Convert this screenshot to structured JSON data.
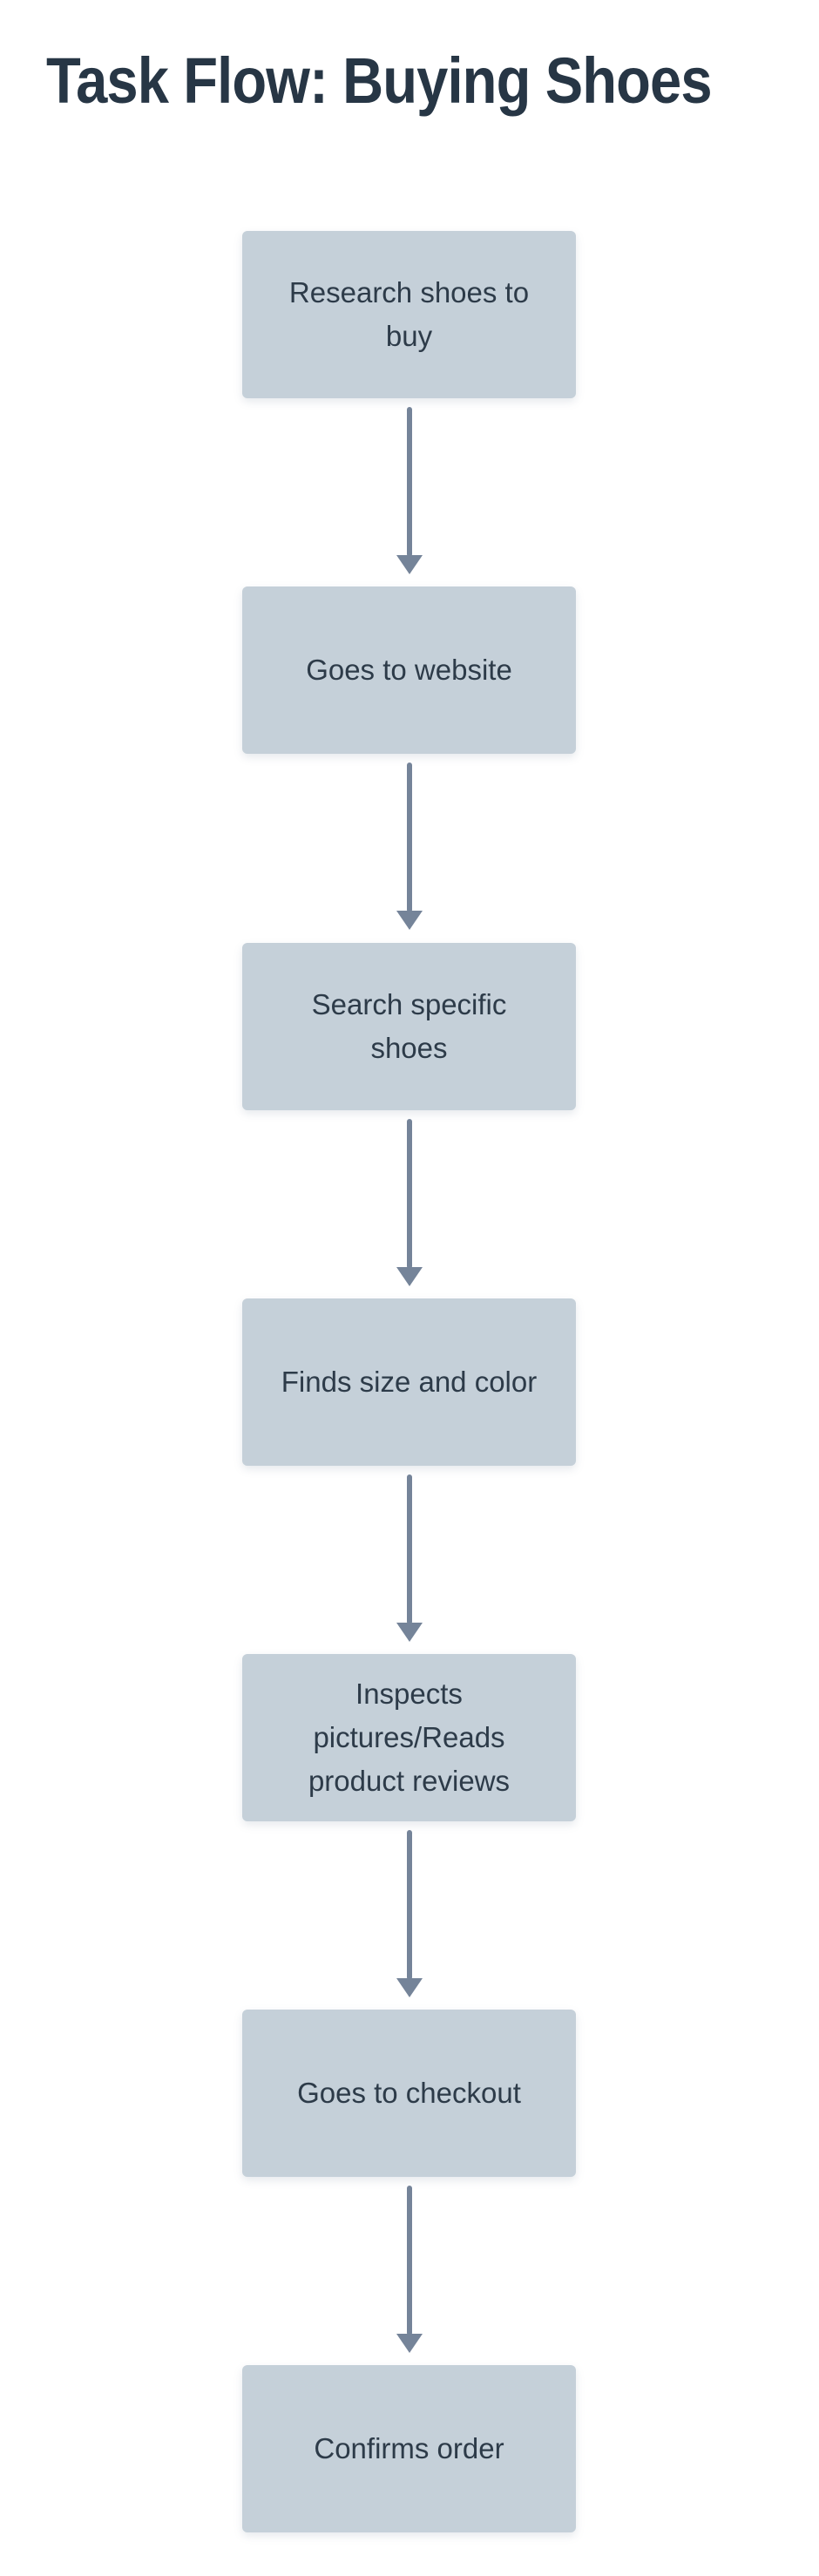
{
  "page": {
    "title": "Task Flow: Buying Shoes"
  },
  "flow": {
    "type": "vertical-task-flow",
    "direction": "top-to-bottom",
    "steps": [
      {
        "label": "Research shoes to\nbuy"
      },
      {
        "label": "Goes to website"
      },
      {
        "label": "Search specific\nshoes"
      },
      {
        "label": "Finds size and color"
      },
      {
        "label": "Inspects\npictures/Reads\nproduct reviews"
      },
      {
        "label": "Goes to checkout"
      },
      {
        "label": "Confirms order"
      }
    ],
    "connections": [
      {
        "from": 1,
        "to": 2
      },
      {
        "from": 2,
        "to": 3
      },
      {
        "from": 3,
        "to": 4
      },
      {
        "from": 4,
        "to": 5
      },
      {
        "from": 5,
        "to": 6
      },
      {
        "from": 6,
        "to": 7
      }
    ],
    "colors": {
      "background": "#ffffff",
      "title_text": "#273645",
      "node_fill": "#c5d0d9",
      "node_text": "#2d3b49",
      "arrow": "#758499"
    }
  }
}
